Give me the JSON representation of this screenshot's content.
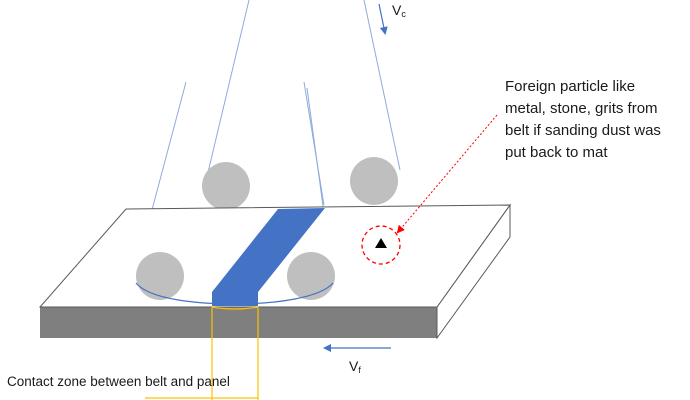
{
  "annotation": {
    "lines": [
      "Foreign particle like",
      "metal, stone, grits from",
      "belt if sanding dust was",
      "put back to mat"
    ]
  },
  "velocity_labels": {
    "belt": {
      "main": "V",
      "sub": "c"
    },
    "feed": {
      "main": "V",
      "sub": "f"
    }
  },
  "contact_zone_label": "Contact zone between belt and panel",
  "colors": {
    "belt": "#4472c4",
    "belt_line": "#8faadc",
    "roller": "#bfbfbf",
    "panel_side": "#7f7f7f",
    "contact_lines": "#ffc000",
    "particle_circle": "#ff0000",
    "arrow": "#4472c4"
  }
}
